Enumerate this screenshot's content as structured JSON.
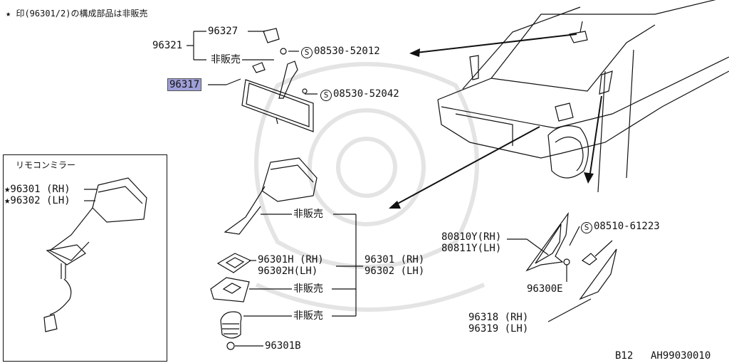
{
  "note": "★ 印(96301/2)の構成部品は非販売",
  "inset_title": "リモコンミラー",
  "inset_parts": [
    "★96301 (RH)",
    "★96302 (LH)"
  ],
  "parts": {
    "p96321": "96321",
    "p96327": "96327",
    "not_sold_1": "非販売",
    "p96317": "96317",
    "screw_a": "08530-52012",
    "screw_b": "08530-52042",
    "not_sold_2": "非販売",
    "p96301h": "96301H (RH)",
    "p96302h": "96302H(LH)",
    "p96301": "96301 (RH)",
    "p96302": "96302 (LH)",
    "not_sold_3": "非販売",
    "not_sold_4": "非販売",
    "p96301b": "96301B",
    "p80810y": "80810Y(RH)",
    "p80811y": "80811Y(LH)",
    "screw_c": "08510-61223",
    "p96300e": "96300E",
    "p96318": "96318 (RH)",
    "p96319": "96319 (LH)",
    "s_mark": "S"
  },
  "footer": {
    "code_a": "B12",
    "code_b": "AH99030010"
  }
}
